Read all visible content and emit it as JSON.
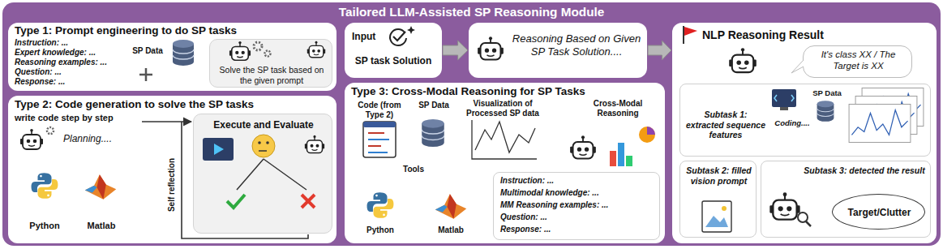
{
  "diagram": {
    "nodes": [
      {
        "text": [
          "Tailored LLM-Assisted SP Reasoning Module"
        ]
      },
      {
        "text": [
          "Type 1: Prompt engineering to do SP tasks",
          "Instruction: ...",
          "Expert knowledge: ...",
          "Reasoning examples: ...",
          "Question: ...",
          "Response: ...",
          "SP Data"
        ],
        "in": 0
      },
      {
        "text": [
          "Solve the SP task based on the given prompt"
        ],
        "in": 1
      },
      {
        "text": [
          "Type 2: Code generation to solve the SP tasks",
          "write code step by step",
          "Planning....",
          "Python",
          "Matlab",
          "Self reflection"
        ],
        "in": 0
      },
      {
        "text": [
          "Execute and Evaluate"
        ],
        "in": 3
      },
      {
        "text": [
          "Input",
          "SP task Solution"
        ],
        "in": 0
      },
      {
        "text": [
          "Reasoning Based on Given SP Task Solution...."
        ],
        "in": 0
      },
      {
        "text": [
          "Type 3: Cross-Modal Reasoning for SP Tasks",
          "Code (from Type 2)",
          "SP Data",
          "Visualization of Processed SP data",
          "Cross-Modal Reasoning",
          "Tools",
          "Python",
          "Matlab"
        ],
        "in": 0
      },
      {
        "text": [
          "Instruction: ...",
          "Multimodal knowledge: ...",
          "MM Reasoning examples: ...",
          "Question: ...",
          "Response: ..."
        ],
        "in": 7
      },
      {
        "text": [
          "NLP Reasoning Result"
        ],
        "in": 0
      },
      {
        "text": [
          "It's class XX / The Target is XX"
        ],
        "in": 9
      },
      {
        "text": [
          "Subtask 1: extracted sequence features",
          "Coding....",
          "SP Data"
        ],
        "in": 9
      },
      {
        "text": [
          "Subtask 2: filled vision prompt"
        ],
        "in": 9
      },
      {
        "text": [
          "Subtask 3: detected the result"
        ],
        "in": 9
      },
      {
        "text": [
          "Target/Clutter"
        ],
        "in": 13
      }
    ],
    "edges": [
      {
        "from": 5,
        "to": 6,
        "arrow": "to"
      },
      {
        "from": 6,
        "to": 9,
        "arrow": "to"
      }
    ]
  }
}
